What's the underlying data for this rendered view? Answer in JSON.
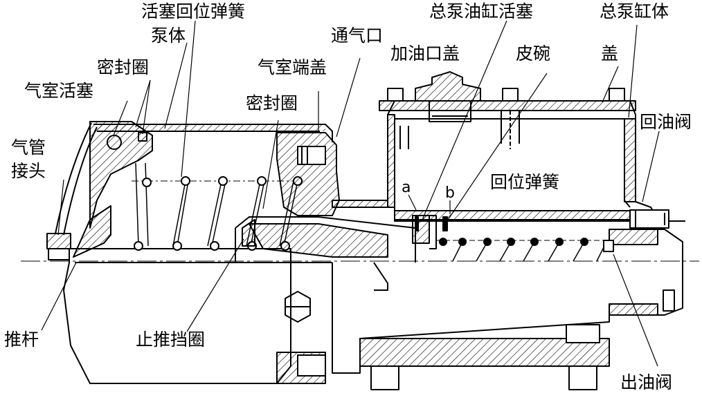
{
  "diagram": {
    "labels": {
      "piston_return_spring": "活塞回位弹簧",
      "master_pump_piston": "总泵油缸活塞",
      "master_cylinder_body": "总泵缸体",
      "pump_body": "泵体",
      "vent_port": "通气口",
      "seal_ring_left": "密封圈",
      "air_chamber_end_cap": "气室端盖",
      "oil_filler_cap": "加油口盖",
      "leather_cup": "皮碗",
      "cover": "盖",
      "air_chamber_piston": "气室活塞",
      "seal_ring_right": "密封圈",
      "oil_return_valve": "回油阀",
      "air_pipe_joint_line1": "气管",
      "air_pipe_joint_line2": "接头",
      "return_spring": "回位弹簧",
      "port_a": "a",
      "port_b": "b",
      "push_rod": "推杆",
      "stop_thrust_ring": "止推挡圈",
      "oil_outlet_valve": "出油阀"
    }
  }
}
